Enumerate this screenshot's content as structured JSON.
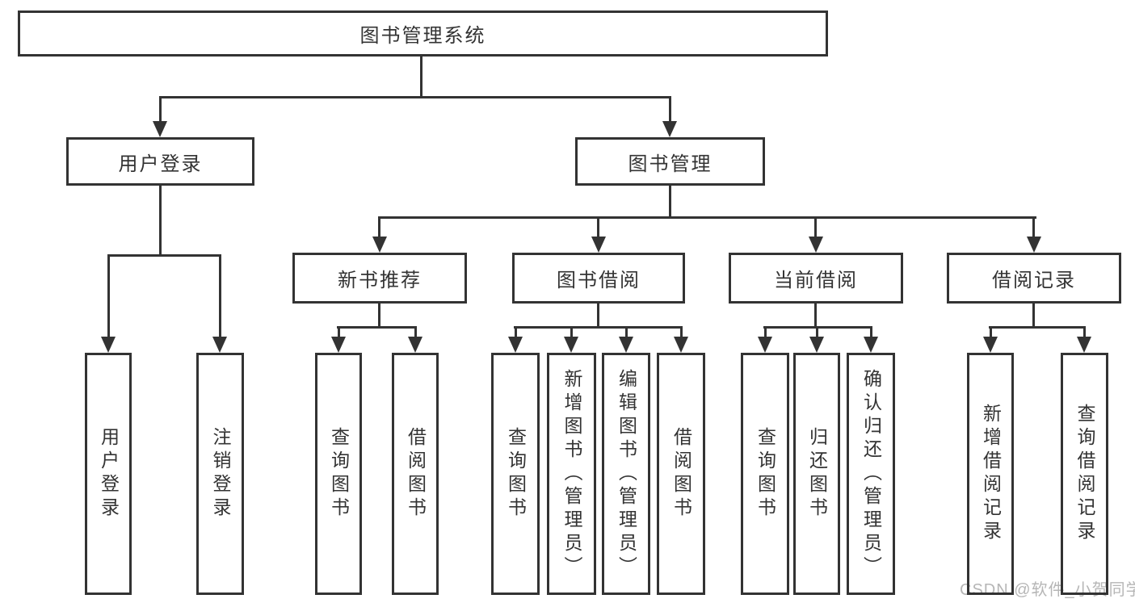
{
  "diagram": {
    "root": {
      "label": "图书管理系统"
    },
    "branches": [
      {
        "label": "用户登录",
        "children": [
          {
            "label": "用户登录"
          },
          {
            "label": "注销登录"
          }
        ]
      },
      {
        "label": "图书管理",
        "children": [
          {
            "label": "新书推荐",
            "children": [
              {
                "label": "查询图书"
              },
              {
                "label": "借阅图书"
              }
            ]
          },
          {
            "label": "图书借阅",
            "children": [
              {
                "label": "查询图书"
              },
              {
                "label": "新增图书（管理员）"
              },
              {
                "label": "编辑图书（管理员）"
              },
              {
                "label": "借阅图书"
              }
            ]
          },
          {
            "label": "当前借阅",
            "children": [
              {
                "label": "查询图书"
              },
              {
                "label": "归还图书"
              },
              {
                "label": "确认归还（管理员）"
              }
            ]
          },
          {
            "label": "借阅记录",
            "children": [
              {
                "label": "新增借阅记录"
              },
              {
                "label": "查询借阅记录"
              }
            ]
          }
        ]
      }
    ]
  },
  "watermark": {
    "text": "CSDN @软件_小贺同学"
  },
  "colors": {
    "line": "#333333",
    "text": "#333333",
    "background": "#ffffff",
    "watermark": "#b6b6b6"
  }
}
